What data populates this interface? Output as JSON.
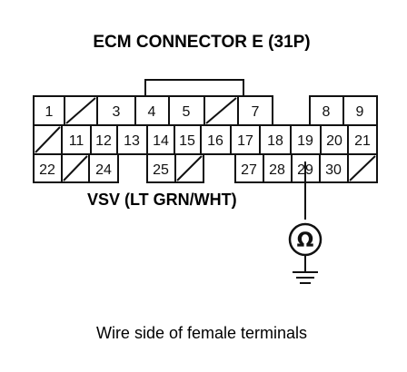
{
  "title": "ECM CONNECTOR E (31P)",
  "connector": {
    "row1": [
      "1",
      "",
      "3",
      "4",
      "5",
      "",
      "7",
      "8",
      "9"
    ],
    "row2": [
      "",
      "11",
      "12",
      "13",
      "14",
      "15",
      "16",
      "17",
      "18",
      "19",
      "20",
      "21"
    ],
    "row3": [
      "22",
      "",
      "24",
      "25",
      "",
      "27",
      "28",
      "29",
      "30",
      ""
    ]
  },
  "probe_terminal": "29",
  "component_label": "VSV (LT GRN/WHT)",
  "meter_symbol": "Ω",
  "caption": "Wire side of female terminals"
}
